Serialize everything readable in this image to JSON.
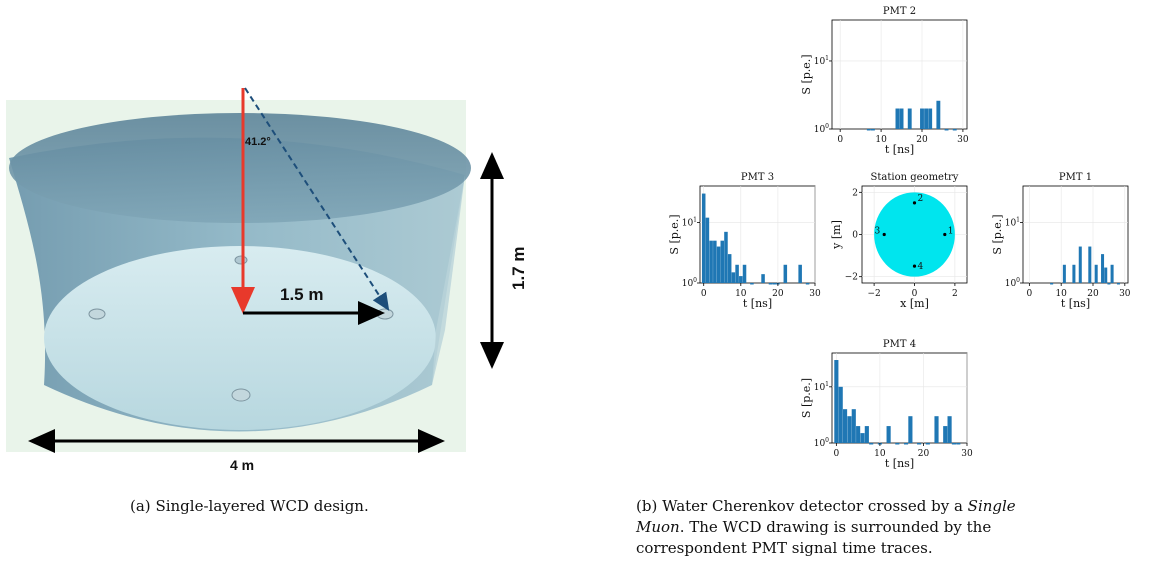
{
  "panel_a": {
    "angle_label": "41.2°",
    "radius_label": "1.5 m",
    "height_label": "1.7 m",
    "width_label": "4 m",
    "caption_prefix": "(a)",
    "caption": "Single-layered WCD design."
  },
  "panel_b": {
    "caption_prefix": "(b)",
    "caption_line1_a": "Water Cherenkov detector crossed by a ",
    "caption_line1_em": "Single",
    "caption_line2_em": "Muon",
    "caption_line2_b": ".  The WCD drawing is surrounded by the",
    "caption_line3": "correspondent PMT signal time traces."
  },
  "colors": {
    "vertical_arrow": "#e8392b",
    "dashed_arrow": "#1d4e7a",
    "bar": "#1f77b4",
    "station_disc": "#00e5ee",
    "tank_wall": "#7fa3b8",
    "tank_floor": "#c9e3ea"
  },
  "chart_data": [
    {
      "type": "bar",
      "title": "PMT 2",
      "xlabel": "t [ns]",
      "ylabel": "S [p.e.]",
      "yscale": "log",
      "xlim": [
        -2,
        31
      ],
      "ylim": [
        1,
        40
      ],
      "xticks": [
        "0",
        "10",
        "20",
        "30"
      ],
      "yticks": [
        "10^0",
        "10^1"
      ],
      "x": [
        7,
        8,
        14,
        15,
        17,
        20,
        21,
        22,
        24,
        26,
        28
      ],
      "values": [
        1,
        1,
        2,
        2,
        2,
        2,
        2,
        2,
        2.6,
        1,
        1
      ]
    },
    {
      "type": "bar",
      "title": "PMT 3",
      "xlabel": "t [ns]",
      "ylabel": "S [p.e.]",
      "yscale": "log",
      "xlim": [
        -1,
        30
      ],
      "ylim": [
        1,
        40
      ],
      "xticks": [
        "0",
        "10",
        "20",
        "30"
      ],
      "yticks": [
        "10^0",
        "10^1"
      ],
      "x": [
        0,
        1,
        2,
        3,
        4,
        5,
        6,
        7,
        8,
        9,
        10,
        11,
        13,
        16,
        18,
        19,
        20,
        22,
        26,
        28
      ],
      "values": [
        30,
        12,
        5,
        5,
        4,
        5,
        7,
        3,
        1.5,
        2,
        1.3,
        2,
        1,
        1.4,
        1,
        1,
        1,
        2,
        2,
        1
      ]
    },
    {
      "type": "scatter",
      "title": "Station geometry",
      "xlabel": "x [m]",
      "ylabel": "y [m]",
      "xlim": [
        -2.6,
        2.6
      ],
      "ylim": [
        -2.3,
        2.3
      ],
      "xticks": [
        "−2",
        "0",
        "2"
      ],
      "yticks": [
        "−2",
        "0",
        "2"
      ],
      "disc_radius": 2,
      "points": [
        {
          "label": "1",
          "x": 1.5,
          "y": 0
        },
        {
          "label": "2",
          "x": 0,
          "y": 1.5
        },
        {
          "label": "3",
          "x": -1.5,
          "y": 0
        },
        {
          "label": "4",
          "x": 0,
          "y": -1.5
        }
      ]
    },
    {
      "type": "bar",
      "title": "PMT 1",
      "xlabel": "t [ns]",
      "ylabel": "S [p.e.]",
      "yscale": "log",
      "xlim": [
        -2,
        31
      ],
      "ylim": [
        1,
        40
      ],
      "xticks": [
        "0",
        "10",
        "20",
        "30"
      ],
      "yticks": [
        "10^0",
        "10^1"
      ],
      "x": [
        7,
        11,
        14,
        16,
        19,
        21,
        23,
        24,
        25,
        26,
        28
      ],
      "values": [
        1,
        2,
        2,
        4,
        4,
        2,
        3,
        1.8,
        1,
        2,
        1
      ]
    },
    {
      "type": "bar",
      "title": "PMT 4",
      "xlabel": "t [ns]",
      "ylabel": "S [p.e.]",
      "yscale": "log",
      "xlim": [
        -1,
        30
      ],
      "ylim": [
        1,
        40
      ],
      "xticks": [
        "0",
        "10",
        "20",
        "30"
      ],
      "yticks": [
        "10^0",
        "10^1"
      ],
      "x": [
        0,
        1,
        2,
        3,
        4,
        5,
        6,
        7,
        8,
        10,
        12,
        14,
        16,
        17,
        19,
        21,
        23,
        25,
        26,
        27,
        28
      ],
      "values": [
        30,
        10,
        4,
        3,
        4,
        2,
        1.5,
        2,
        1,
        1,
        2,
        1,
        1,
        3,
        1,
        1,
        3,
        2,
        3,
        1,
        1
      ]
    }
  ]
}
